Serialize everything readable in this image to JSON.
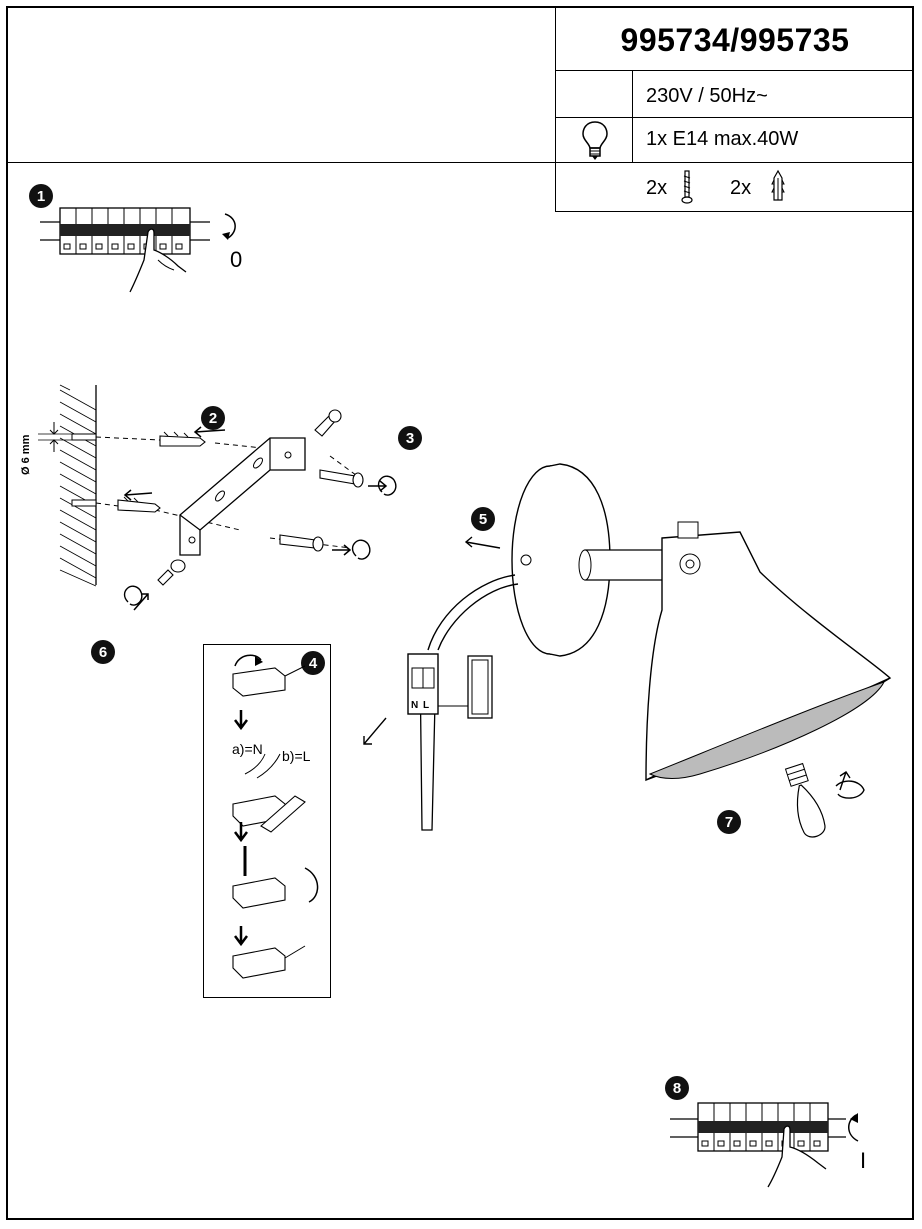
{
  "header": {
    "model": "995734/995735",
    "voltage": "230V / 50Hz~",
    "bulb": "1x E14 max.40W",
    "screw_qty": "2x",
    "anchor_qty": "2x",
    "icons": [
      "bulb-icon",
      "screw-icon",
      "wall-anchor-icon"
    ]
  },
  "steps": [
    "1",
    "2",
    "3",
    "4",
    "5",
    "6",
    "7",
    "8"
  ],
  "labels": {
    "power_off": "0",
    "power_on": "I",
    "drill_diameter": "Ø 6 mm",
    "wire_n": "a)=N",
    "wire_l": "b)=L",
    "terminal_n": "N",
    "terminal_l": "L"
  }
}
